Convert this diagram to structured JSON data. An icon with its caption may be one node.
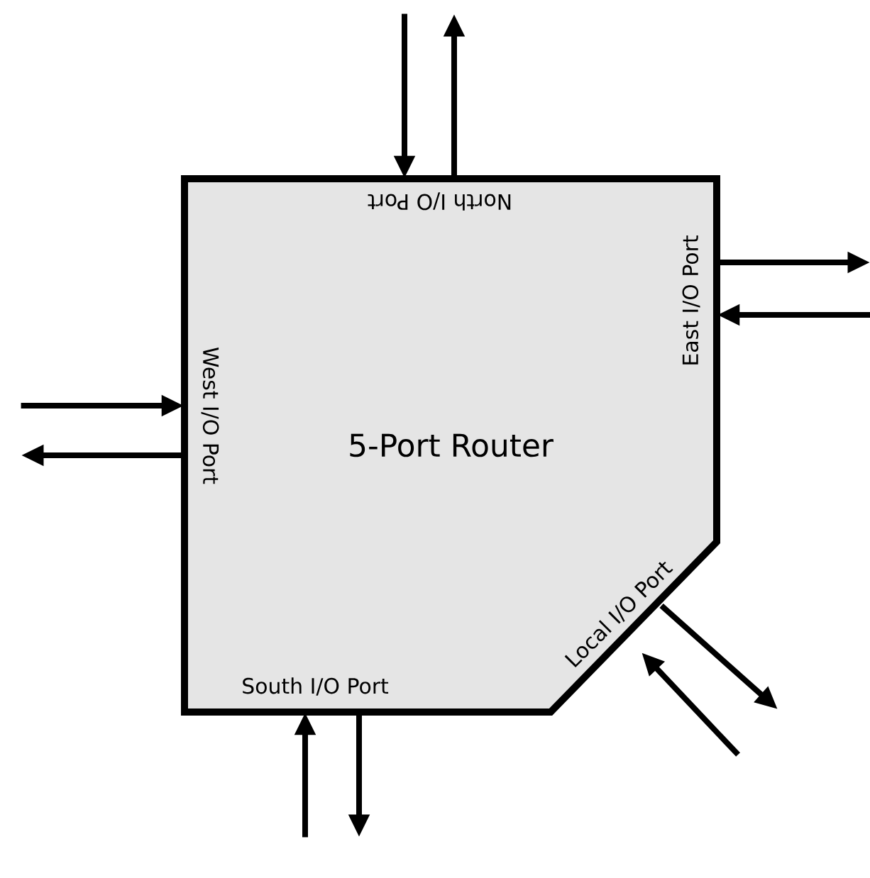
{
  "diagram": {
    "nodes": [
      {
        "text": [
          "5-Port Router"
        ]
      },
      {
        "text": [
          "North I/O Port"
        ],
        "in": 0
      },
      {
        "text": [
          "East I/O Port"
        ],
        "in": 0
      },
      {
        "text": [
          "West I/O Port"
        ],
        "in": 0
      },
      {
        "text": [
          "South I/O Port"
        ],
        "in": 0
      },
      {
        "text": [
          "Local I/O Port"
        ],
        "in": 0
      }
    ],
    "edges": [
      {
        "from": null,
        "to": 1,
        "arrow": "to"
      },
      {
        "from": 1,
        "to": null,
        "arrow": "to"
      },
      {
        "from": 2,
        "to": null,
        "arrow": "to"
      },
      {
        "from": null,
        "to": 2,
        "arrow": "to"
      },
      {
        "from": null,
        "to": 3,
        "arrow": "to"
      },
      {
        "from": 3,
        "to": null,
        "arrow": "to"
      },
      {
        "from": null,
        "to": 4,
        "arrow": "to"
      },
      {
        "from": 4,
        "to": null,
        "arrow": "to"
      },
      {
        "from": 5,
        "to": null,
        "arrow": "to"
      },
      {
        "from": null,
        "to": 5,
        "arrow": "to"
      }
    ]
  }
}
